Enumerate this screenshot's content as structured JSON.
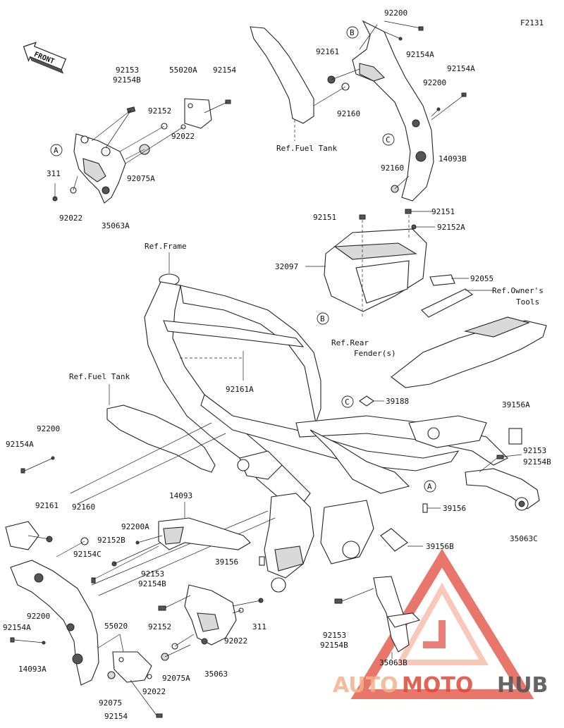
{
  "figure_code": "F2131",
  "front_label": "FRONT",
  "brand": {
    "part1": "AUTO",
    "part2": "MOTO",
    "part3": "HUB",
    "accent_color": "#e0483a",
    "accent_light": "#f4a48c",
    "dark_color": "#555555"
  },
  "callouts": {
    "a": "A",
    "b": "B",
    "c": "C"
  },
  "refs": {
    "frame": "Ref.Frame",
    "fuel_tank_top": "Ref.Fuel Tank",
    "fuel_tank_left": "Ref.Fuel Tank",
    "rear_fender_1": "Ref.Rear",
    "rear_fender_2": "Fender(s)",
    "owners_tools_1": "Ref.Owner's",
    "owners_tools_2": "Tools"
  },
  "parts": {
    "p92153_tl": "92153",
    "p92154B_tl": "92154B",
    "p55020A": "55020A",
    "p92154_tl": "92154",
    "p92152_tl": "92152",
    "p92022_tl": "92022",
    "p92075A_tl": "92075A",
    "p311_tl": "311",
    "p92022_tl2": "92022",
    "p35063A": "35063A",
    "p92200_top": "92200",
    "p92161_top": "92161",
    "p92154A_top": "92154A",
    "p92154A_top2": "92154A",
    "p92200_top2": "92200",
    "p92160_top": "92160",
    "p14093B": "14093B",
    "p92160_top2": "92160",
    "p92151_a": "92151",
    "p92151_b": "92151",
    "p92152A": "92152A",
    "p32097": "32097",
    "p92055": "92055",
    "p92161A": "92161A",
    "p39188": "39188",
    "p39156A": "39156A",
    "p92153_r": "92153",
    "p92154B_r": "92154B",
    "p39156": "39156",
    "p35063C": "35063C",
    "p39156B": "39156B",
    "p39156_mid": "39156",
    "p92200_l": "92200",
    "p92154A_l": "92154A",
    "p92161_l": "92161",
    "p92160_l": "92160",
    "p14093": "14093",
    "p92200A": "92200A",
    "p92152B": "92152B",
    "p92154C": "92154C",
    "p92153_bl": "92153",
    "p92154B_bl": "92154B",
    "p92200_bl": "92200",
    "p92154A_bl": "92154A",
    "p14093A": "14093A",
    "p55020": "55020",
    "p92152_b": "92152",
    "p92022_b": "92022",
    "p311_b": "311",
    "p35063": "35063",
    "p92075A_b": "92075A",
    "p92022_b2": "92022",
    "p92075": "92075",
    "p92154_b": "92154",
    "p92153_br": "92153",
    "p92154B_br": "92154B",
    "p35063B": "35063B"
  }
}
